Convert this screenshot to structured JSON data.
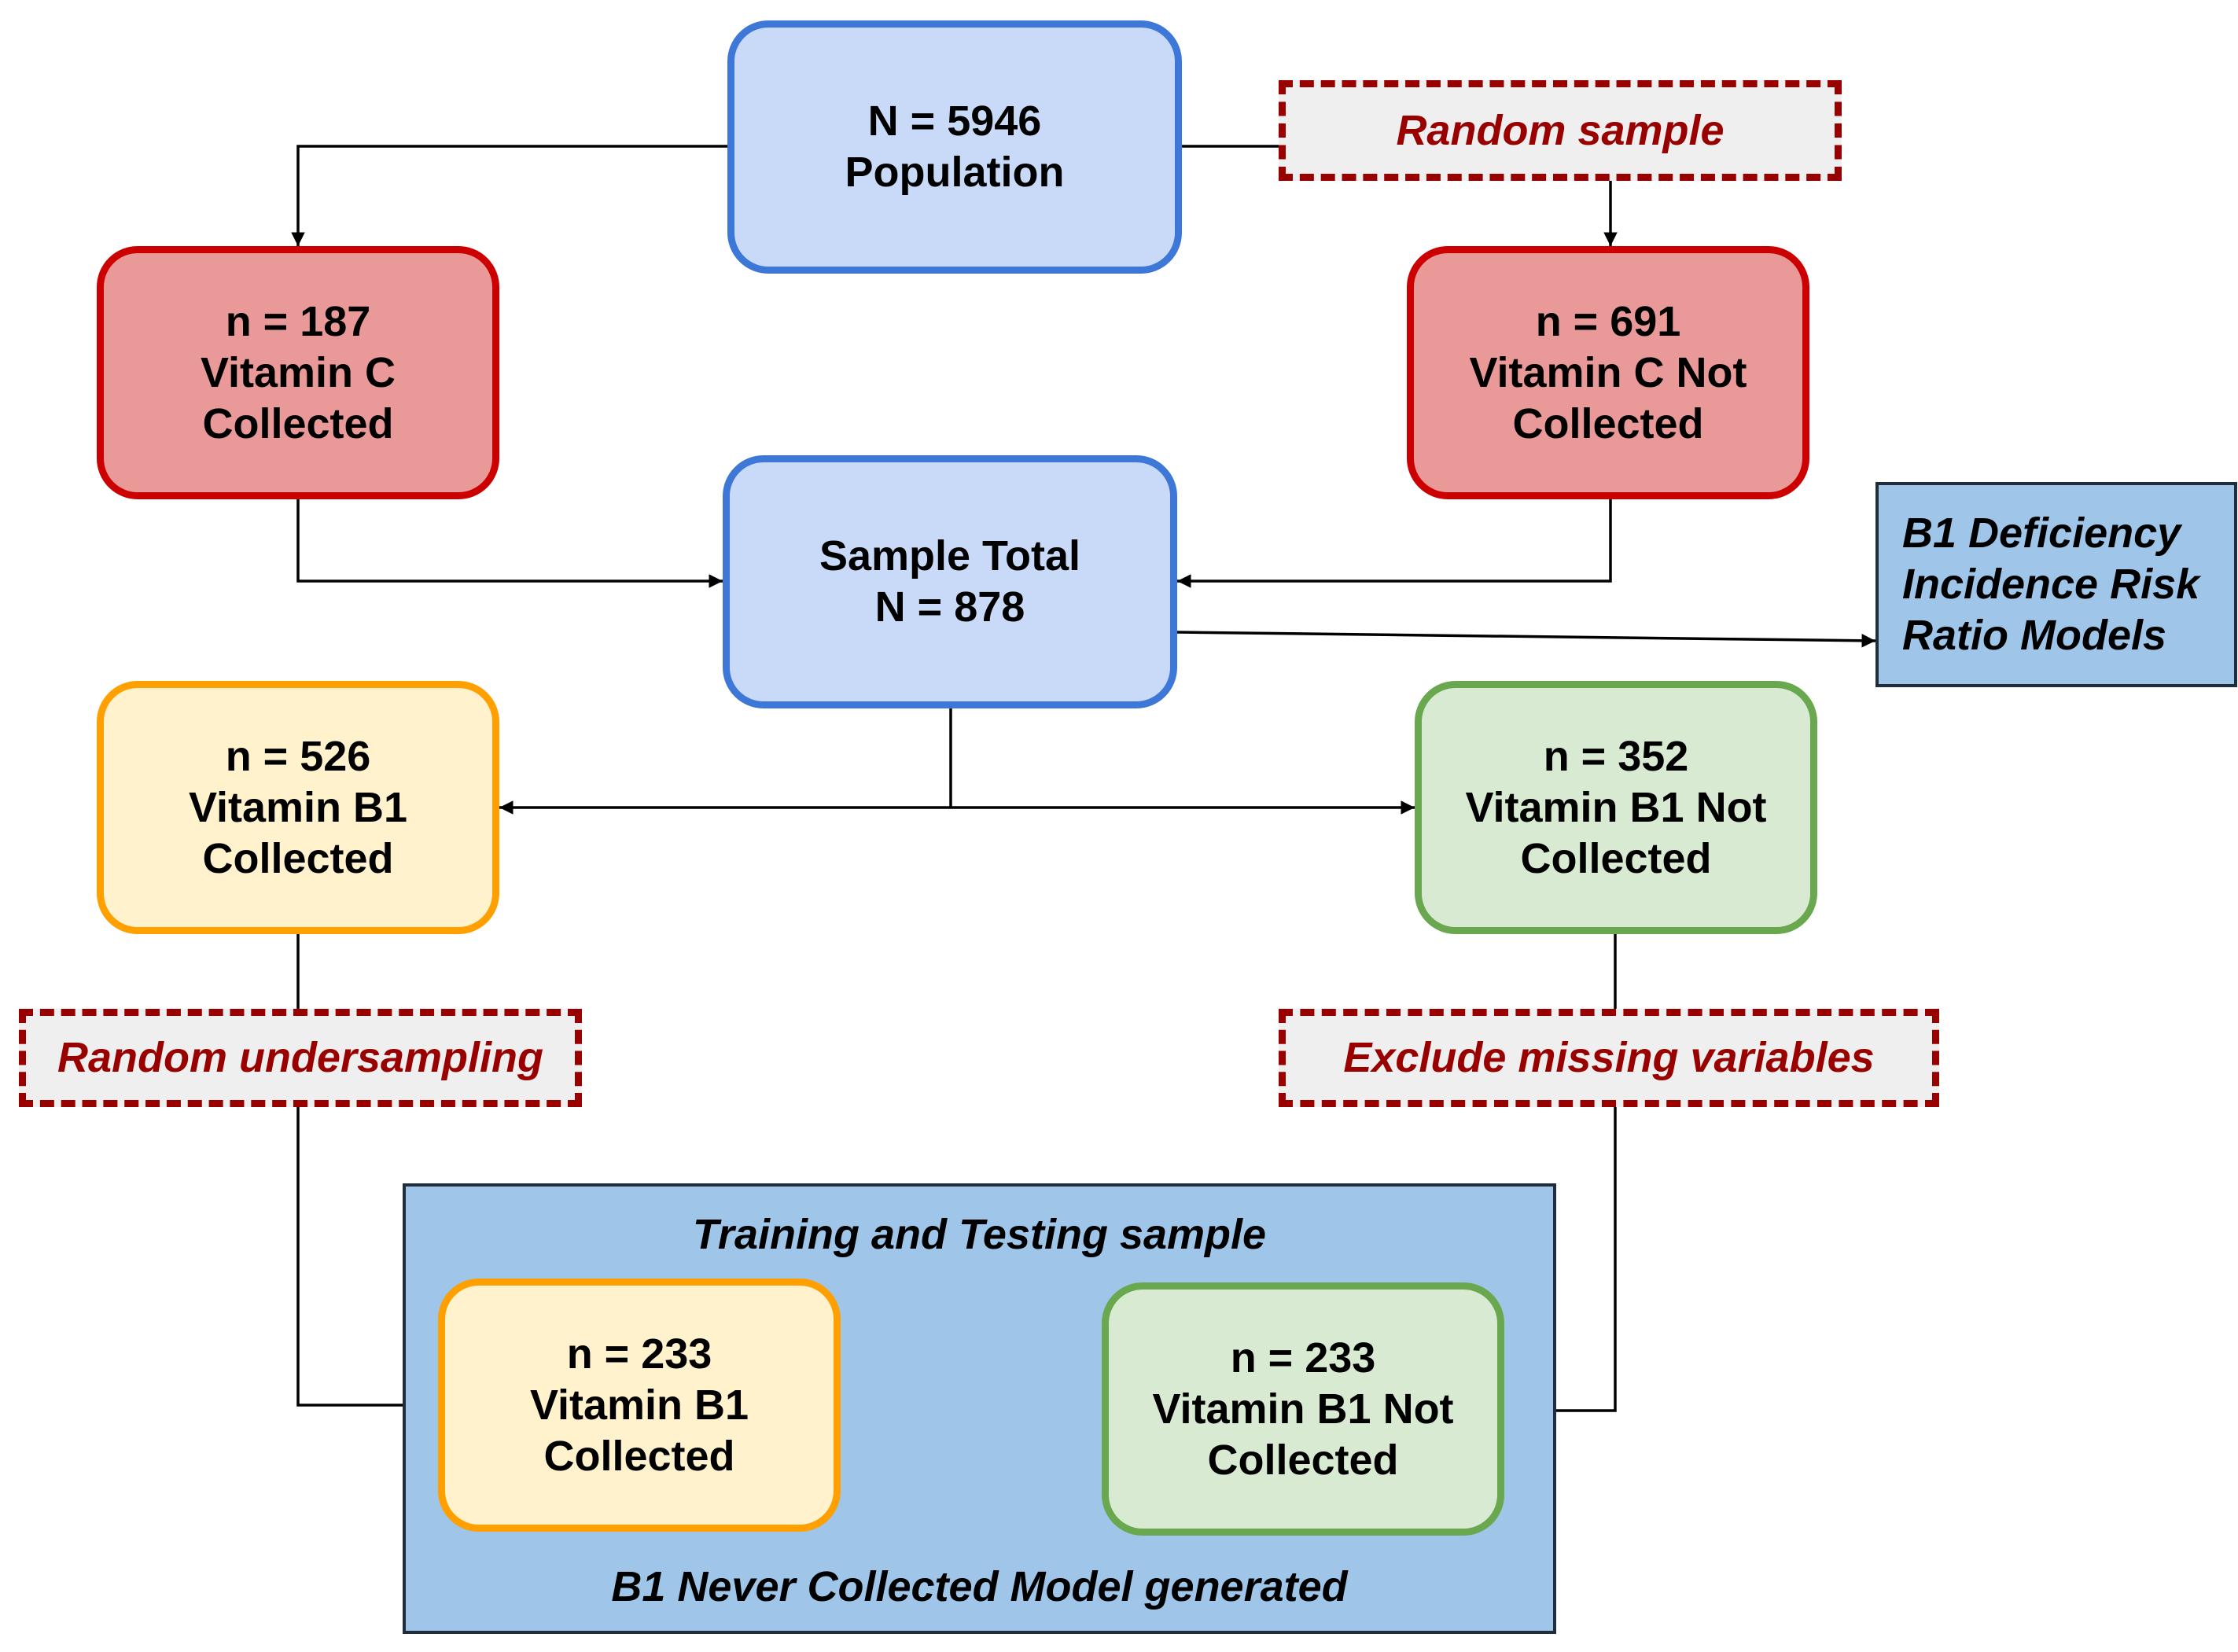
{
  "population": {
    "count": "N = 5946",
    "label": "Population"
  },
  "random_sample": {
    "label": "Random sample"
  },
  "vitc_collected": {
    "count": "n = 187",
    "line1": "Vitamin C",
    "line2": "Collected"
  },
  "vitc_not_collected": {
    "count": "n = 691",
    "line1": "Vitamin C Not",
    "line2": "Collected"
  },
  "sample_total": {
    "label": "Sample Total",
    "count": "N = 878"
  },
  "risk_models": {
    "line1": "B1 Deficiency",
    "line2": "Incidence Risk",
    "line3": "Ratio Models"
  },
  "vitb1_collected": {
    "count": "n = 526",
    "line1": "Vitamin B1",
    "line2": "Collected"
  },
  "vitb1_not_collected": {
    "count": "n = 352",
    "line1": "Vitamin B1 Not",
    "line2": "Collected"
  },
  "undersampling": {
    "label": "Random undersampling"
  },
  "exclude_missing": {
    "label": "Exclude missing variables"
  },
  "training_group": {
    "title": "Training and Testing sample",
    "footer": "B1 Never Collected Model generated",
    "b1_collected": {
      "count": "n = 233",
      "line1": "Vitamin B1",
      "line2": "Collected"
    },
    "b1_not_collected": {
      "count": "n = 233",
      "line1": "Vitamin B1 Not",
      "line2": "Collected"
    }
  }
}
